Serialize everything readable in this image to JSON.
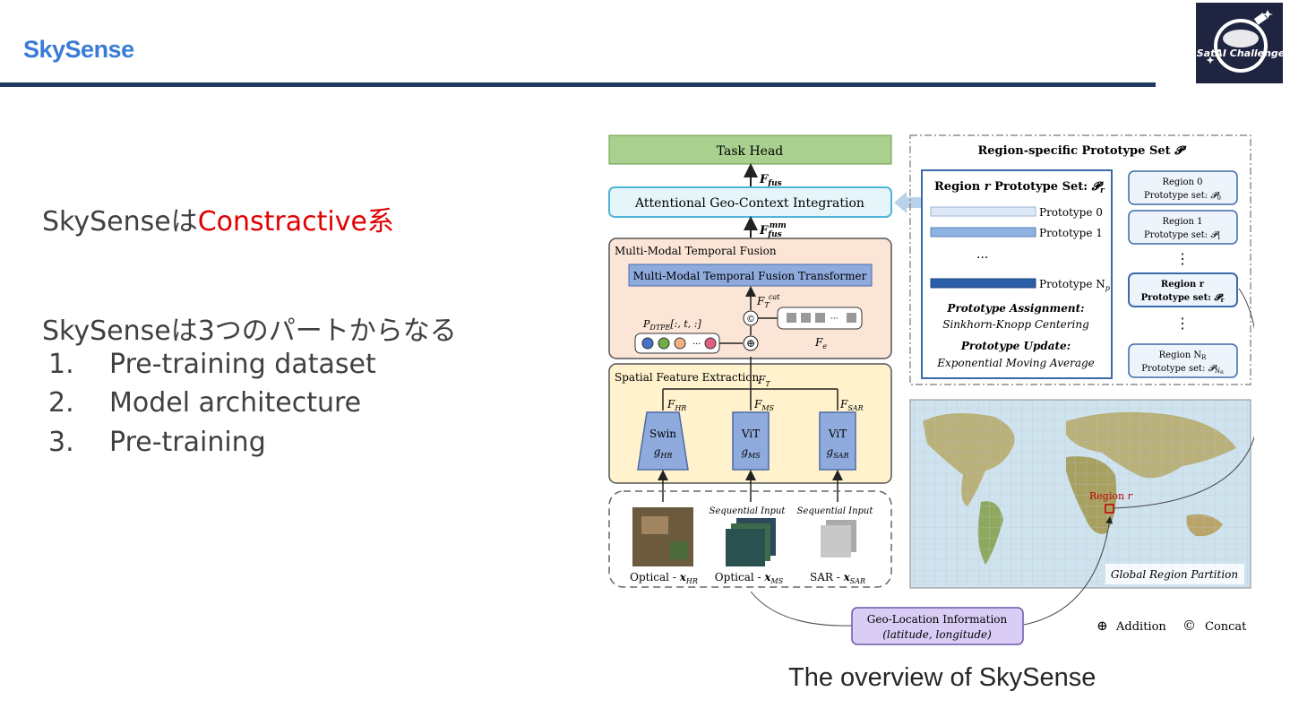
{
  "header": {
    "title": "SkySense"
  },
  "logo": {
    "name": "satai-challenge-logo",
    "text": "SatAI Challenge"
  },
  "body": {
    "line1_prefix": "SkySenseは",
    "line1_accent": "Constractive系",
    "line2": "SkySenseは3つのパートからなる",
    "list": [
      {
        "num": "1.",
        "label": "Pre-training dataset"
      },
      {
        "num": "2.",
        "label": "Model architecture"
      },
      {
        "num": "3.",
        "label": "Pre-training"
      }
    ]
  },
  "colors": {
    "title": "#3a7bd5",
    "rule": "#1f3864",
    "accent": "#e00000",
    "text": "#404040"
  },
  "diagram": {
    "task_head": "Task Head",
    "f_fus": "F",
    "f_fus_sub": "fus",
    "geo_context": "Attentional Geo-Context Integration",
    "f_fus_mm_sup": "mm",
    "mmtf_title": "Multi-Modal Temporal Fusion",
    "mmtf_transformer": "Multi-Modal Temporal Fusion Transformer",
    "ft_cat": "F",
    "ft_cat_sub": "T",
    "ft_cat_sup": "cat",
    "p_dtpe": "P",
    "p_dtpe_sub": "DTPE",
    "p_dtpe_idx": "[:, t, :]",
    "fe": "F",
    "fe_sub": "e",
    "sfe_title": "Spatial Feature Extraction",
    "ft": "F",
    "ft_sub": "T",
    "f_hr": "F",
    "f_hr_sub": "HR",
    "f_ms": "F",
    "f_ms_sub": "MS",
    "f_sar": "F",
    "f_sar_sub": "SAR",
    "swin": "Swin",
    "g_hr": "g",
    "g_hr_sub": "HR",
    "vit_ms": "ViT",
    "g_ms": "g",
    "g_ms_sub": "MS",
    "vit_sar": "ViT",
    "g_sar": "g",
    "g_sar_sub": "SAR",
    "seq_input_1": "Sequential Input",
    "seq_input_2": "Sequential Input",
    "in_hr": "Optical - ",
    "in_hr_var": "x",
    "in_hr_sub": "HR",
    "in_ms": "Optical - ",
    "in_ms_var": "x",
    "in_ms_sub": "MS",
    "in_sar": "SAR - ",
    "in_sar_var": "x",
    "in_sar_sub": "SAR",
    "proto_set_title": "Region-specific Prototype Set ",
    "proto_set_sym": "𝓟",
    "region_r_title": "Region ",
    "region_r_title_r": "r",
    "region_r_title_rest": " Prototype Set: ",
    "region_r_title_sym": "𝓟",
    "region_r_title_sub": "r",
    "proto0": "Prototype 0",
    "proto1": "Prototype 1",
    "proto_dots": "···",
    "proto_np": "Prototype N",
    "proto_np_sub": "p",
    "assign_title": "Prototype Assignment:",
    "assign_desc": "Sinkhorn-Knopp Centering",
    "update_title": "Prototype Update:",
    "update_desc": "Exponential Moving Average",
    "regions": [
      {
        "l1": "Region 0",
        "l2": "Prototype set: ",
        "sym": "𝓟",
        "sub": "0"
      },
      {
        "l1": "Region 1",
        "l2": "Prototype set: ",
        "sym": "𝓟",
        "sub": "1"
      },
      {
        "l1": "Region r",
        "l2": "Prototype set: ",
        "sym": "𝓟",
        "sub": "r"
      },
      {
        "l1": "Region N",
        "l1_sub": "R",
        "l2": "Prototype set: ",
        "sym": "𝓟",
        "sub": "N",
        "sub2": "R"
      }
    ],
    "map_region_label": "Region ",
    "map_region_r": "r",
    "map_caption": "Global Region Partition",
    "geo_info_1": "Geo-Location Information",
    "geo_info_2": "(latitude, longitude)",
    "legend_add_sym": "⊕",
    "legend_add": "Addition",
    "legend_concat_sym": "©",
    "legend_concat": "Concat",
    "vdots": "⋮"
  },
  "caption": "The overview of SkySense"
}
